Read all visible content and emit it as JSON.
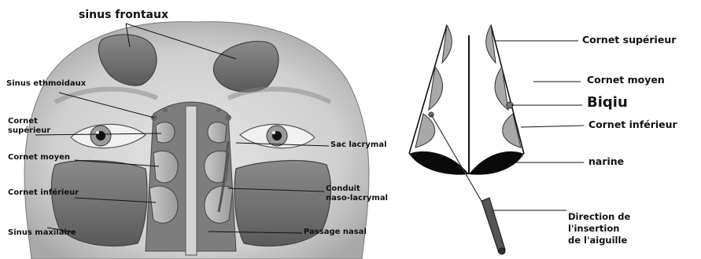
{
  "left_panel": {
    "labels": {
      "sinus_frontaux": "sinus frontaux",
      "sinus_ethmoidaux": "Sinus ethmoidaux",
      "cornet_superieur_line1": "Cornet",
      "cornet_superieur_line2": "supérieur",
      "cornet_moyen": "Cornet moyen",
      "cornet_inferieur": "Cornet inférieur",
      "sinus_maxilaire": "Sinus maxilaire",
      "sac_lacrymal": "Sac lacrymal",
      "conduit_line1": "Conduit",
      "conduit_line2": "naso-lacrymal",
      "passage_nasal": "Passage nasal"
    }
  },
  "right_panel": {
    "labels": {
      "cornet_superieur": "Cornet supérieur",
      "cornet_moyen": "Cornet moyen",
      "biqiu": "Biqiu",
      "cornet_inferieur": "Cornet inférieur",
      "narine": "narine",
      "direction_line1": "Direction de",
      "direction_line2": "l'insertion",
      "direction_line3": "de l'aiguille"
    }
  },
  "colors": {
    "skin": "#c8c8c8",
    "skin_dark": "#8e8e8e",
    "sinus": "#6e6e6e",
    "black": "#000000"
  }
}
